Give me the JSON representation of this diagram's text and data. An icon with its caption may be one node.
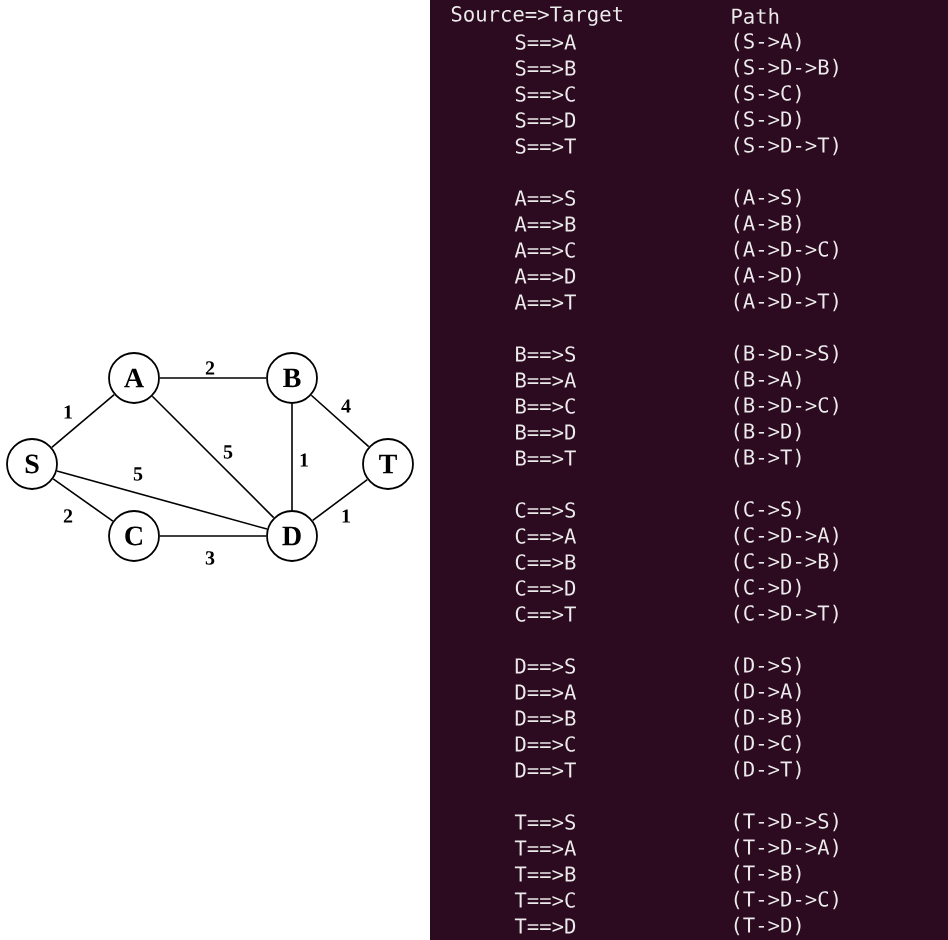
{
  "diagram": {
    "nodes": [
      {
        "text": [
          "S"
        ]
      },
      {
        "text": [
          "A"
        ]
      },
      {
        "text": [
          "B"
        ]
      },
      {
        "text": [
          "T"
        ]
      },
      {
        "text": [
          "C"
        ]
      },
      {
        "text": [
          "D"
        ]
      }
    ],
    "edges": [
      {
        "from": 0,
        "to": 1,
        "arrow": "none",
        "label": "1"
      },
      {
        "from": 1,
        "to": 2,
        "arrow": "none",
        "label": "2"
      },
      {
        "from": 2,
        "to": 3,
        "arrow": "none",
        "label": "4"
      },
      {
        "from": 1,
        "to": 5,
        "arrow": "none",
        "label": "5"
      },
      {
        "from": 0,
        "to": 5,
        "arrow": "none",
        "label": "5"
      },
      {
        "from": 2,
        "to": 5,
        "arrow": "none",
        "label": "1"
      },
      {
        "from": 0,
        "to": 4,
        "arrow": "none",
        "label": "2"
      },
      {
        "from": 4,
        "to": 5,
        "arrow": "none",
        "label": "3"
      },
      {
        "from": 5,
        "to": 3,
        "arrow": "none",
        "label": "1"
      }
    ],
    "labels": [
      "Source=>Target",
      "Path",
      "S==>A",
      "(S->A)",
      "S==>B",
      "(S->D->B)",
      "S==>C",
      "(S->C)",
      "S==>D",
      "(S->D)",
      "S==>T",
      "(S->D->T)",
      "A==>S",
      "(A->S)",
      "A==>B",
      "(A->B)",
      "A==>C",
      "(A->D->C)",
      "A==>D",
      "(A->D)",
      "A==>T",
      "(A->D->T)",
      "B==>S",
      "(B->D->S)",
      "B==>A",
      "(B->A)",
      "B==>C",
      "(B->D->C)",
      "B==>D",
      "(B->D)",
      "B==>T",
      "(B->T)",
      "C==>S",
      "(C->S)",
      "C==>A",
      "(C->D->A)",
      "C==>B",
      "(C->D->B)",
      "C==>D",
      "(C->D)",
      "C==>T",
      "(C->D->T)",
      "D==>S",
      "(D->S)",
      "D==>A",
      "(D->A)",
      "D==>B",
      "(D->B)",
      "D==>C",
      "(D->C)",
      "D==>T",
      "(D->T)",
      "T==>S",
      "(T->D->S)",
      "T==>A",
      "(T->D->A)",
      "T==>B",
      "(T->B)",
      "T==>C",
      "(T->D->C)",
      "T==>D",
      "(T->D)"
    ]
  }
}
